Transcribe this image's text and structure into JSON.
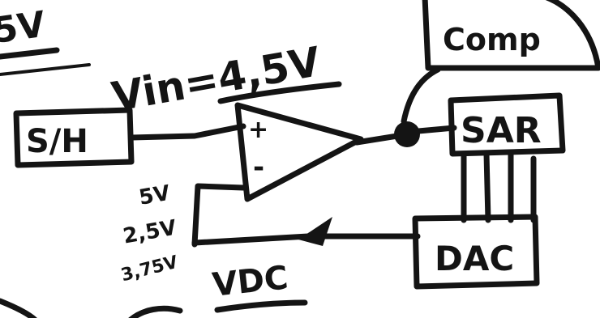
{
  "top_left_fragment": "5V",
  "vin_label": "Vin=4,5V",
  "sample_hold": {
    "label": "S/H"
  },
  "comparator": {
    "plus_sign": "+",
    "minus_sign": "-"
  },
  "comp_block": {
    "label": "Comp"
  },
  "sar_block": {
    "label": "SAR"
  },
  "dac_block": {
    "label": "DAC"
  },
  "reference_steps": [
    "5V",
    "2,5V",
    "3,75V"
  ],
  "vdc_label": "VDC",
  "colors": {
    "ink": "#141414",
    "paper": "#ffffff"
  }
}
